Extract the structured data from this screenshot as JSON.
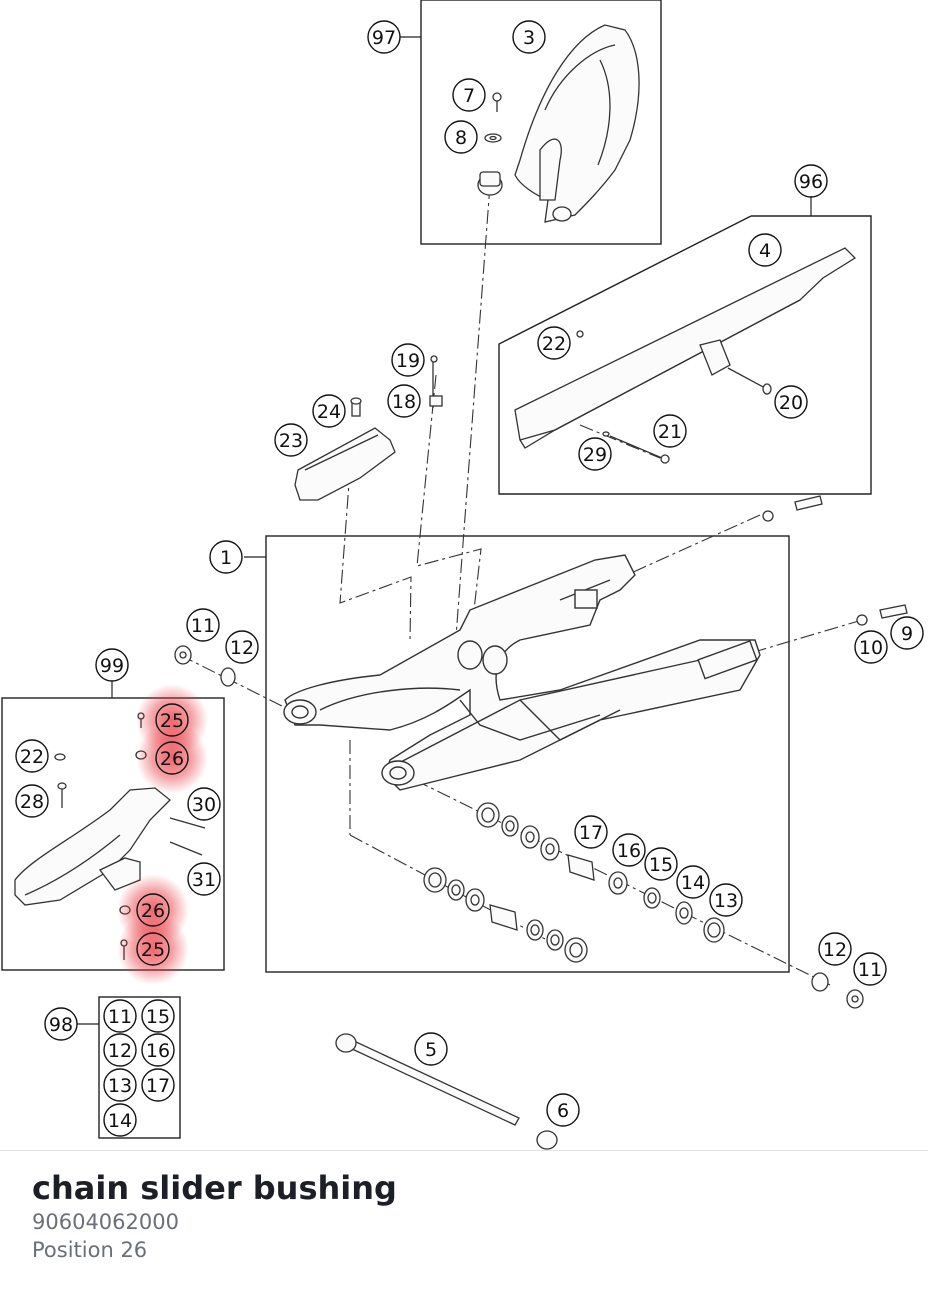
{
  "part": {
    "name": "chain slider bushing",
    "number": "90604062000",
    "position": "Position 26"
  },
  "highlight_color": "#e8323c",
  "callouts": [
    {
      "id": "c97",
      "label": "97",
      "hl": false
    },
    {
      "id": "c3",
      "label": "3",
      "hl": false
    },
    {
      "id": "c7",
      "label": "7",
      "hl": false
    },
    {
      "id": "c8",
      "label": "8",
      "hl": false
    },
    {
      "id": "c96",
      "label": "96",
      "hl": false
    },
    {
      "id": "c4",
      "label": "4",
      "hl": false
    },
    {
      "id": "c22a",
      "label": "22",
      "hl": false
    },
    {
      "id": "c20",
      "label": "20",
      "hl": false
    },
    {
      "id": "c21",
      "label": "21",
      "hl": false
    },
    {
      "id": "c29",
      "label": "29",
      "hl": false
    },
    {
      "id": "c19",
      "label": "19",
      "hl": false
    },
    {
      "id": "c18",
      "label": "18",
      "hl": false
    },
    {
      "id": "c24",
      "label": "24",
      "hl": false
    },
    {
      "id": "c23",
      "label": "23",
      "hl": false
    },
    {
      "id": "c1",
      "label": "1",
      "hl": false
    },
    {
      "id": "c11a",
      "label": "11",
      "hl": false
    },
    {
      "id": "c12a",
      "label": "12",
      "hl": false
    },
    {
      "id": "c10",
      "label": "10",
      "hl": false
    },
    {
      "id": "c9",
      "label": "9",
      "hl": false
    },
    {
      "id": "c99",
      "label": "99",
      "hl": false
    },
    {
      "id": "c25a",
      "label": "25",
      "hl": true
    },
    {
      "id": "c26a",
      "label": "26",
      "hl": true
    },
    {
      "id": "c22b",
      "label": "22",
      "hl": false
    },
    {
      "id": "c28",
      "label": "28",
      "hl": false
    },
    {
      "id": "c30",
      "label": "30",
      "hl": false
    },
    {
      "id": "c31",
      "label": "31",
      "hl": false
    },
    {
      "id": "c26b",
      "label": "26",
      "hl": true
    },
    {
      "id": "c25b",
      "label": "25",
      "hl": true
    },
    {
      "id": "c17",
      "label": "17",
      "hl": false
    },
    {
      "id": "c16",
      "label": "16",
      "hl": false
    },
    {
      "id": "c15",
      "label": "15",
      "hl": false
    },
    {
      "id": "c14",
      "label": "14",
      "hl": false
    },
    {
      "id": "c13",
      "label": "13",
      "hl": false
    },
    {
      "id": "c12b",
      "label": "12",
      "hl": false
    },
    {
      "id": "c11b",
      "label": "11",
      "hl": false
    },
    {
      "id": "c98",
      "label": "98",
      "hl": false
    },
    {
      "id": "k11",
      "label": "11",
      "hl": false
    },
    {
      "id": "k15",
      "label": "15",
      "hl": false
    },
    {
      "id": "k12",
      "label": "12",
      "hl": false
    },
    {
      "id": "k16",
      "label": "16",
      "hl": false
    },
    {
      "id": "k13",
      "label": "13",
      "hl": false
    },
    {
      "id": "k17",
      "label": "17",
      "hl": false
    },
    {
      "id": "k14",
      "label": "14",
      "hl": false
    },
    {
      "id": "c5",
      "label": "5",
      "hl": false
    },
    {
      "id": "c6",
      "label": "6",
      "hl": false
    }
  ]
}
